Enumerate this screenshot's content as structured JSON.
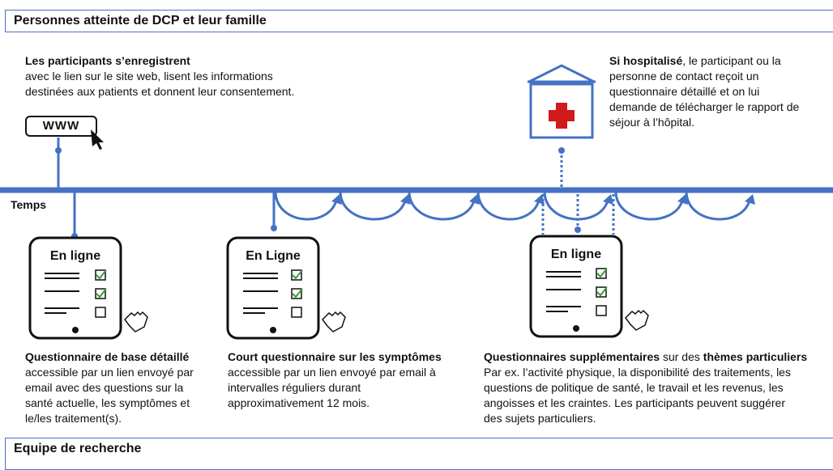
{
  "header": {
    "title": "Personnes atteinte de DCP et leur famille"
  },
  "footer": {
    "title": "Equipe de recherche"
  },
  "axis": {
    "label": "Temps"
  },
  "registration": {
    "heading": "Les participants s’enregistrent",
    "line1": "avec le lien sur le site web, lisent les informations",
    "line2": "destinées aux patients  et donnent leur consentement.",
    "url_label": "WWW"
  },
  "hospital": {
    "bold": "Si hospitalisé",
    "line1": ", le participant ou la",
    "line2": "personne de contact reçoit un",
    "line3": "questionnaire détaillé et on lui",
    "line4": "demande de télécharger le rapport de",
    "line5": "séjour à l’hôpital."
  },
  "tablets": [
    {
      "title": "En ligne"
    },
    {
      "title": "En Ligne"
    },
    {
      "title": "En ligne"
    }
  ],
  "baseline": {
    "heading": "Questionnaire de base détaillé",
    "line1": "accessible par un lien envoyé par",
    "line2": "email avec des questions sur la",
    "line3": "santé actuelle, les symptômes et",
    "line4": "le/les traitement(s)."
  },
  "short": {
    "heading": "Court questionnaire sur les symptômes",
    "line1": "accessible par un lien envoyé par email à",
    "line2": "intervalles réguliers durant",
    "line3": "approximativement 12 mois."
  },
  "extra": {
    "heading_bold1": "Questionnaires supplémentaires",
    "heading_mid": " sur des ",
    "heading_bold2": "thèmes particuliers",
    "line1": "Par ex. l’activité physique, la disponibilité des traitements, les",
    "line2": "questions de politique de santé, le travail et les revenus, les",
    "line3": "angoisses et les craintes. Les participants peuvent suggérer",
    "line4": "des sujets particuliers."
  },
  "colors": {
    "timeline": "#4472c4",
    "check": "#3a9a3a",
    "cross": "#d11a1a"
  },
  "icons": [
    "www-link-icon",
    "cursor-icon",
    "hospital-icon",
    "tablet-icon",
    "checkbox-icon",
    "hand-pointer-icon",
    "loop-arrow-icon"
  ]
}
